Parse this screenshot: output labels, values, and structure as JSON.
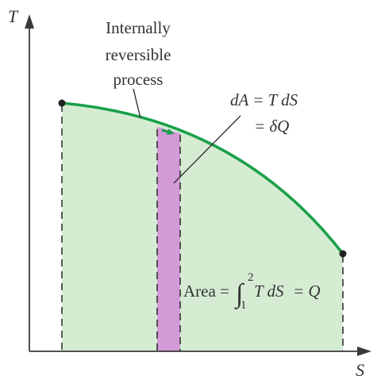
{
  "axes": {
    "y_label": "T",
    "x_label": "S"
  },
  "process_label": {
    "line1": "Internally",
    "line2": "reversible",
    "line3": "process"
  },
  "strip_label": {
    "line1": "dA = T dS",
    "line2": "= δQ"
  },
  "area_label": {
    "prefix": "Area =",
    "lower_limit": "1",
    "upper_limit": "2",
    "integrand": "T dS",
    "suffix": "= Q"
  },
  "colors": {
    "area_fill": "#d5ecd3",
    "strip_fill": "#d39ad8",
    "curve": "#1aa04a",
    "axis": "#3a3a3a"
  }
}
